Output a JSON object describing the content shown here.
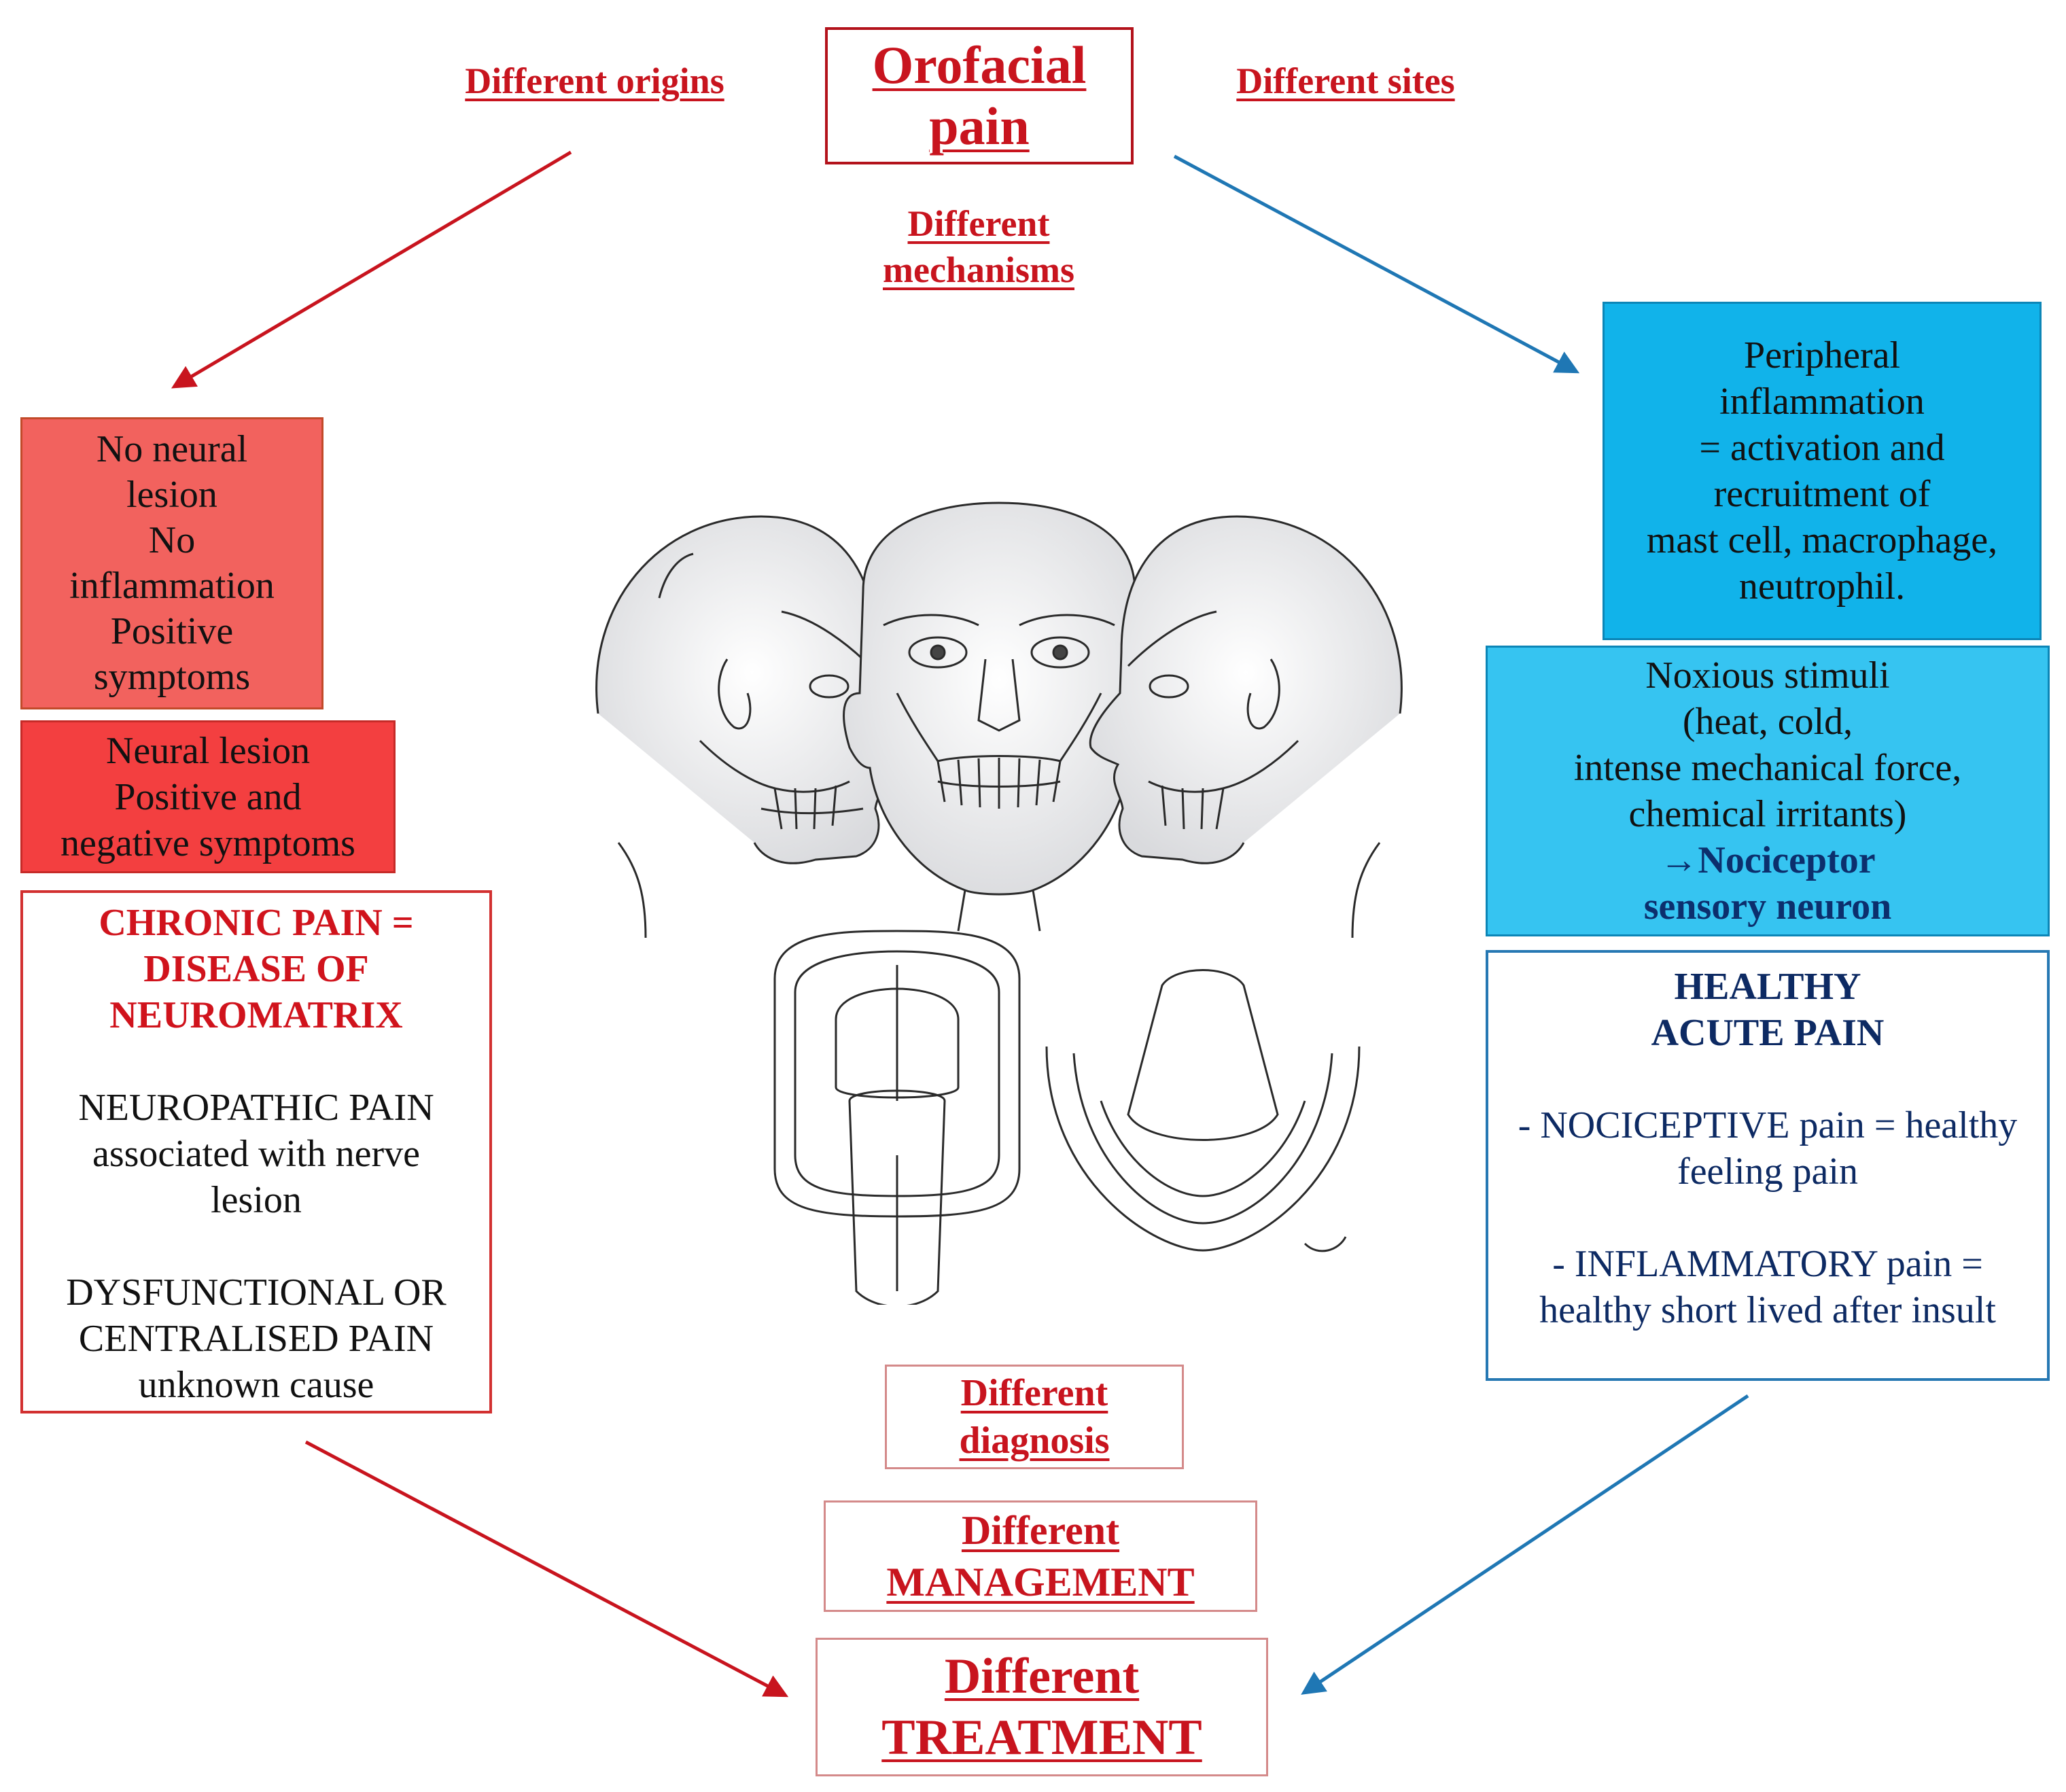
{
  "title": [
    "Orofacial",
    "pain"
  ],
  "labels": {
    "origins": "Different origins",
    "sites": "Different sites",
    "mechanisms": [
      "Different",
      "mechanisms"
    ]
  },
  "left": {
    "no_lesion": [
      "No neural",
      "lesion",
      "No",
      "inflammation",
      "Positive",
      "symptoms"
    ],
    "neural_lesion": [
      "Neural lesion",
      "Positive and",
      "negative symptoms"
    ],
    "chronic": {
      "heading": [
        "CHRONIC PAIN =",
        "DISEASE OF",
        "NEUROMATRIX"
      ],
      "neuropathic": [
        "NEUROPATHIC PAIN",
        "associated with nerve",
        "lesion"
      ],
      "dysfunctional": [
        "DYSFUNCTIONAL OR",
        "CENTRALISED PAIN",
        "unknown cause"
      ]
    }
  },
  "right": {
    "peripheral": [
      "Peripheral",
      "inflammation",
      "= activation and",
      "recruitment of",
      "mast cell, macrophage,",
      "neutrophil."
    ],
    "noxious": [
      "Noxious stimuli",
      "(heat, cold,",
      "intense mechanical force,",
      "chemical irritants)"
    ],
    "nociceptor": [
      "→Nociceptor",
      "sensory neuron"
    ],
    "healthy": {
      "heading": [
        "HEALTHY",
        "ACUTE PAIN"
      ],
      "nociceptive": [
        "- NOCICEPTIVE pain = healthy",
        "feeling pain"
      ],
      "inflammatory": [
        "- INFLAMMATORY pain =",
        "healthy short lived after insult"
      ]
    }
  },
  "bottom": {
    "diagnosis": [
      "Different",
      "diagnosis"
    ],
    "management": [
      "Different",
      "MANAGEMENT"
    ],
    "treatment": [
      "Different",
      "TREATMENT"
    ]
  },
  "colors": {
    "red_arrow": "#c8141e",
    "blue_arrow": "#1f77b4",
    "coral_box": "#f2625e",
    "red_box": "#f33f40",
    "cyan_box": "#11b3ea",
    "light_cyan_box": "#36c4f1"
  }
}
